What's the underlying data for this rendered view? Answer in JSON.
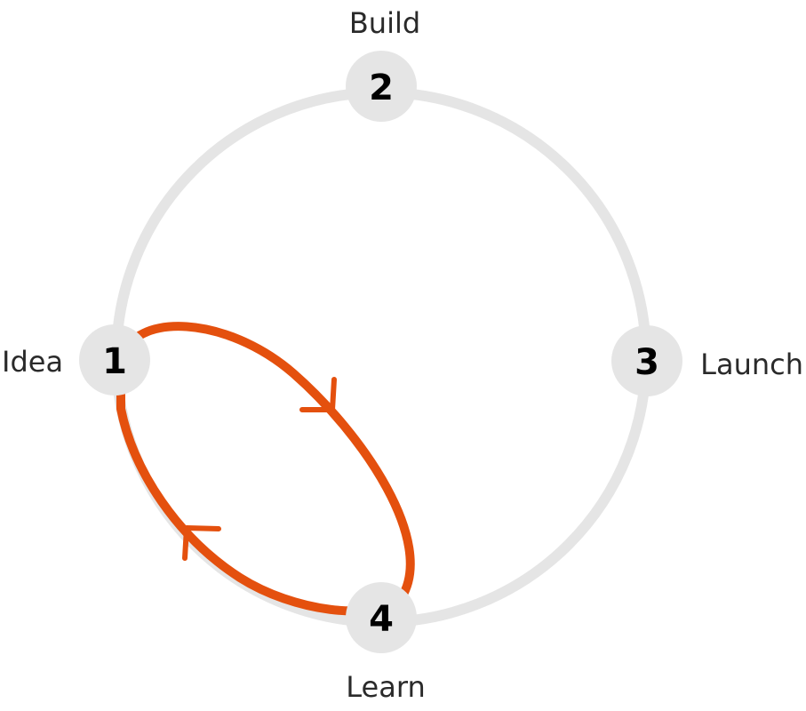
{
  "colors": {
    "background": "#ffffff",
    "ring": "#e5e5e5",
    "node_fill": "#e5e5e5",
    "node_text": "#000000",
    "label_text": "#2a2a2a",
    "loop": "#e4500e"
  },
  "stages": [
    {
      "number": "1",
      "label": "Idea"
    },
    {
      "number": "2",
      "label": "Build"
    },
    {
      "number": "3",
      "label": "Launch"
    },
    {
      "number": "4",
      "label": "Learn"
    }
  ],
  "highlighted_loop": {
    "from": "1",
    "to": "4",
    "direction": "clockwise"
  }
}
